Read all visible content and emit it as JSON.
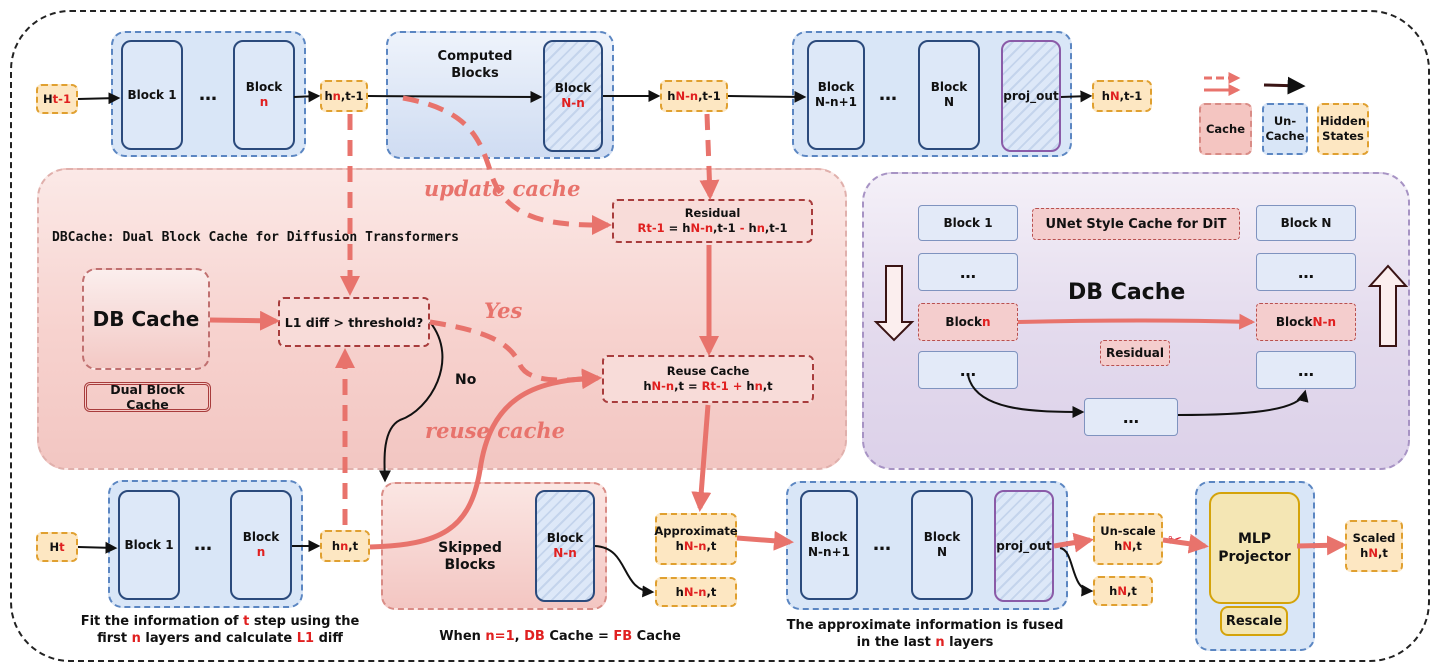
{
  "top_row": {
    "h_input": {
      "pre": "H ",
      "red": "t-1"
    },
    "block1": "Block 1",
    "dots": "…",
    "block_n": {
      "pre": "Block",
      "red": "n"
    },
    "hn": {
      "a": "h",
      "red": "n",
      "b": ",t-1"
    },
    "computed_blocks": "Computed\nBlocks",
    "block_Nn": {
      "pre": "Block",
      "red": "N-n"
    },
    "hNn": {
      "a": "h",
      "red": "N-n",
      "b": ",t-1"
    },
    "block_Nn1": "Block\nN-n+1",
    "dots2": "…",
    "block_N": "Block\nN",
    "proj_out": "proj_out",
    "hN": {
      "a": "h",
      "red": "N",
      "b": ",t-1"
    }
  },
  "legend": {
    "cache": "Cache",
    "uncache": "Un-\nCache",
    "hidden": "Hidden\nStates"
  },
  "dbcache_panel": {
    "title": "DBCache: Dual Block Cache for Diffusion Transformers",
    "db_cache": "DB Cache",
    "dual_block_cache": "Dual Block Cache",
    "l1_diff": "L1 diff > threshold?",
    "update_cache": "update cache",
    "yes": "Yes",
    "no": "No",
    "reuse_cache": "reuse cache",
    "residual": {
      "title": "Residual",
      "r": "Rt-1",
      "eq": " = h",
      "red1": "N-n",
      "mid": ",t-1 ",
      "minus": "-",
      "tail": " h",
      "red2": "n",
      "end": ",t-1"
    },
    "reuse": {
      "title": "Reuse Cache",
      "a": "h",
      "red1": "N-n",
      "b": ",t = ",
      "red2": "Rt-1",
      "c": " + ",
      "d": "h",
      "red3": "n",
      "e": ",t"
    }
  },
  "unet_panel": {
    "block1": "Block 1",
    "title": "UNet Style Cache for DiT",
    "blockN": "Block N",
    "dots": "…",
    "db_cache": "DB Cache",
    "block_n": {
      "pre": "Block ",
      "red": "n"
    },
    "block_Nn": {
      "pre": "Block ",
      "red": "N-n"
    },
    "residual": "Residual"
  },
  "bottom_row": {
    "h_input": {
      "pre": "H ",
      "red": "t"
    },
    "block1": "Block 1",
    "dots": "…",
    "block_n": {
      "pre": "Block",
      "red": "n"
    },
    "hn": {
      "a": "h",
      "red": "n",
      "b": ",t"
    },
    "skipped": "Skipped\nBlocks",
    "block_Nn": {
      "pre": "Block",
      "red": "N-n"
    },
    "approx": {
      "pre": "Approximate",
      "a": "h",
      "red": "N-n",
      "b": ",t"
    },
    "hNn": {
      "a": "h",
      "red": "N-n",
      "b": ",t"
    },
    "block_Nn1": "Block\nN-n+1",
    "dots2": "…",
    "block_N": "Block\nN",
    "proj_out": "proj_out",
    "unscale": {
      "pre": "Un-scale",
      "a": "h",
      "red": "N",
      "b": ",t"
    },
    "hN": {
      "a": "h",
      "red": "N",
      "b": ",t"
    },
    "mlp": "MLP\nProjector",
    "rescale": "Rescale",
    "scaled": {
      "pre": "Scaled",
      "a": "h",
      "red": "N",
      "b": ",t"
    }
  },
  "captions": {
    "left": {
      "l1a": "Fit the information of ",
      "t": "t",
      "l1b": " step using the",
      "l2a": "first ",
      "n": "n",
      "l2b": " layers and calculate ",
      "l1": "L1",
      "l2c": " diff"
    },
    "mid": {
      "a": "When ",
      "n1": "n=1",
      "b": ", ",
      "db": "DB",
      "c": " Cache = ",
      "fb": "FB",
      "d": " Cache"
    },
    "right": {
      "l1": "The approximate information is fused",
      "l2a": "in the last ",
      "n": "n",
      "l2b": " layers"
    }
  },
  "colors": {
    "cache_red": "#e8736c",
    "uncache_blue": "#d9e6f7",
    "hidden_orange": "#fde7c2",
    "panel_purple": "#e6dfef"
  }
}
